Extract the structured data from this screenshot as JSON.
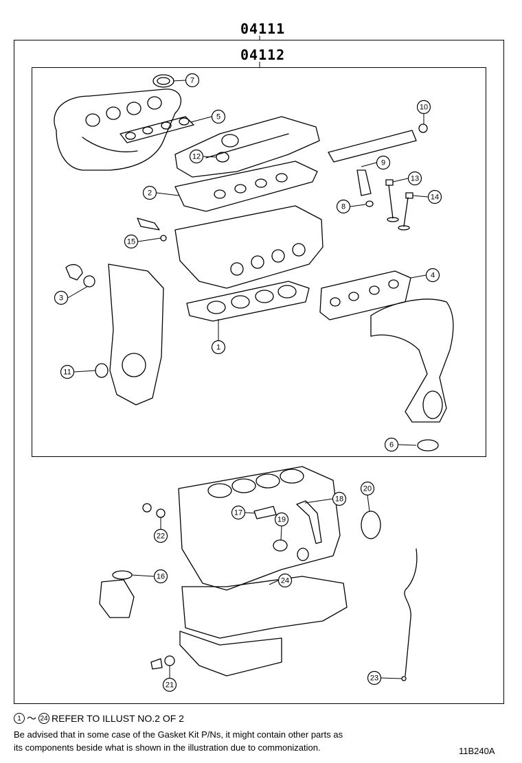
{
  "codes": {
    "outer": "04111",
    "inner": "04112"
  },
  "callouts": [
    "1",
    "2",
    "3",
    "4",
    "5",
    "6",
    "7",
    "8",
    "9",
    "10",
    "11",
    "12",
    "13",
    "14",
    "15",
    "16",
    "17",
    "18",
    "19",
    "20",
    "21",
    "22",
    "23",
    "24"
  ],
  "reference": {
    "from": "1",
    "sep": "～",
    "to": "24",
    "text": "REFER TO ILLUST NO.2 OF 2"
  },
  "advisory": [
    "Be advised that in some case of the Gasket Kit P/Ns,  it might contain other parts as",
    "its components beside what is shown in the illustration due to commonization."
  ],
  "illustration_id": "11B240A"
}
